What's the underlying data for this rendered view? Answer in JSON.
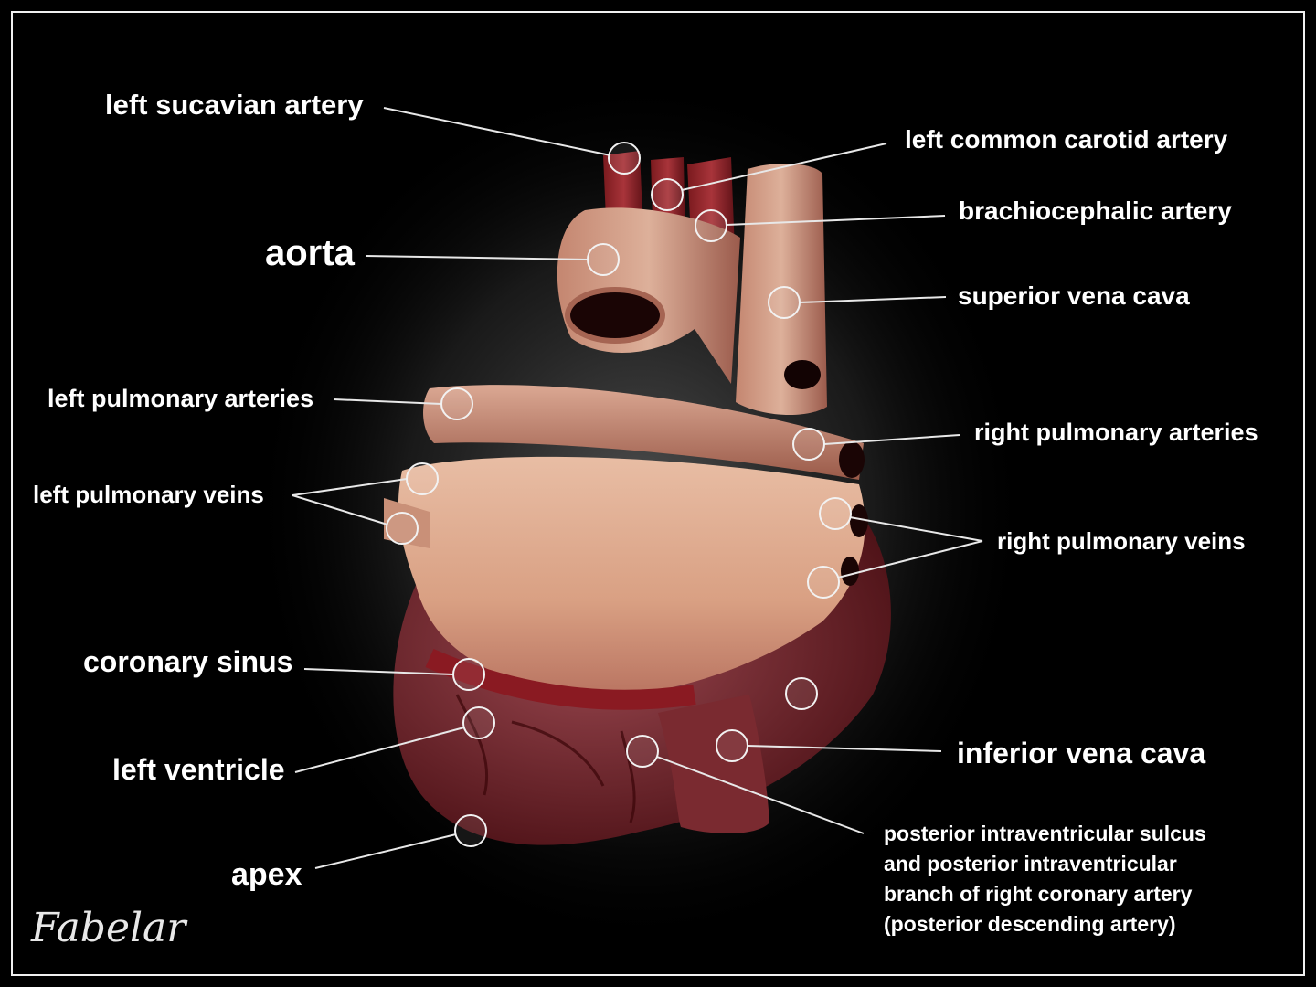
{
  "labels": {
    "left_subclavian": "left sucavian artery",
    "left_common_carotid": "left common carotid artery",
    "brachiocephalic": "brachiocephalic artery",
    "aorta": "aorta",
    "superior_vena_cava": "superior vena cava",
    "left_pulmonary_arteries": "left pulmonary arteries",
    "right_pulmonary_arteries": "right pulmonary arteries",
    "left_pulmonary_veins": "left pulmonary veins",
    "right_pulmonary_veins": "right pulmonary veins",
    "coronary_sinus": "coronary sinus",
    "left_ventricle": "left ventricle",
    "inferior_vena_cava": "inferior vena cava",
    "apex": "apex",
    "posterior_lines": [
      "posterior intraventricular sulcus",
      "and posterior intraventricular",
      "branch of right coronary artery",
      "(posterior descending artery)"
    ]
  },
  "logo": "Fabelar",
  "colors": {
    "background": "#000000",
    "text": "#ffffff",
    "atrium": "#d9a286",
    "vessel": "#b97a62",
    "ventricle": "#6e1e24"
  }
}
